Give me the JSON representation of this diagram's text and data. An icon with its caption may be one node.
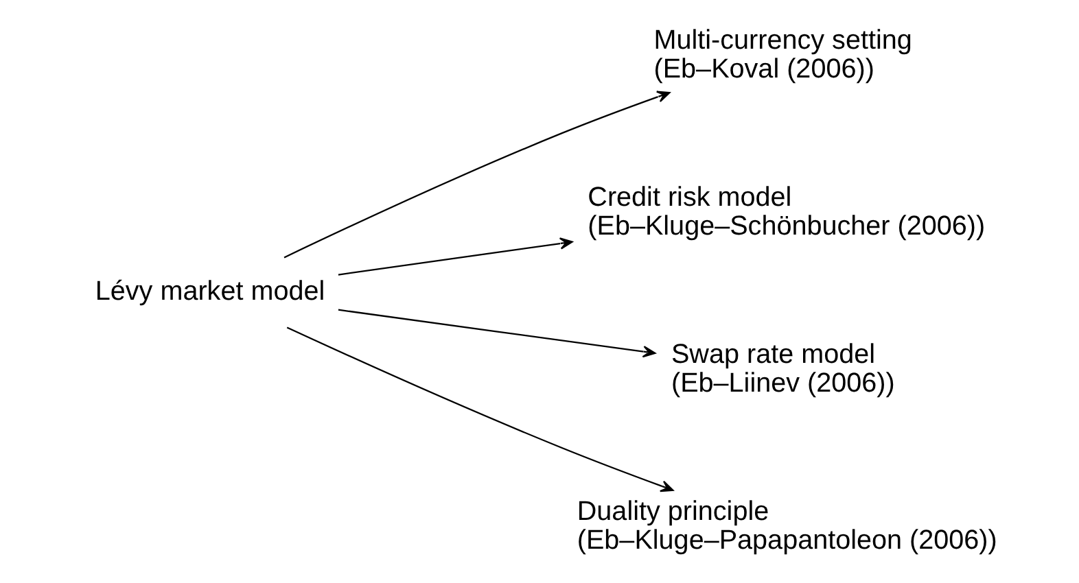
{
  "diagram": {
    "nodes": [
      {
        "text": [
          "Lévy market model"
        ]
      },
      {
        "text": [
          "Multi-currency setting",
          "(Eb–Koval (2006))"
        ]
      },
      {
        "text": [
          "Credit risk model",
          "(Eb–Kluge–Schönbucher (2006))"
        ]
      },
      {
        "text": [
          "Swap rate model",
          "(Eb–Liinev (2006))"
        ]
      },
      {
        "text": [
          "Duality principle",
          "(Eb–Kluge–Papapantoleon (2006))"
        ]
      }
    ],
    "edges": [
      {
        "from": 0,
        "to": 1,
        "arrow": "to"
      },
      {
        "from": 0,
        "to": 2,
        "arrow": "to"
      },
      {
        "from": 0,
        "to": 3,
        "arrow": "to"
      },
      {
        "from": 0,
        "to": 4,
        "arrow": "to"
      }
    ]
  }
}
